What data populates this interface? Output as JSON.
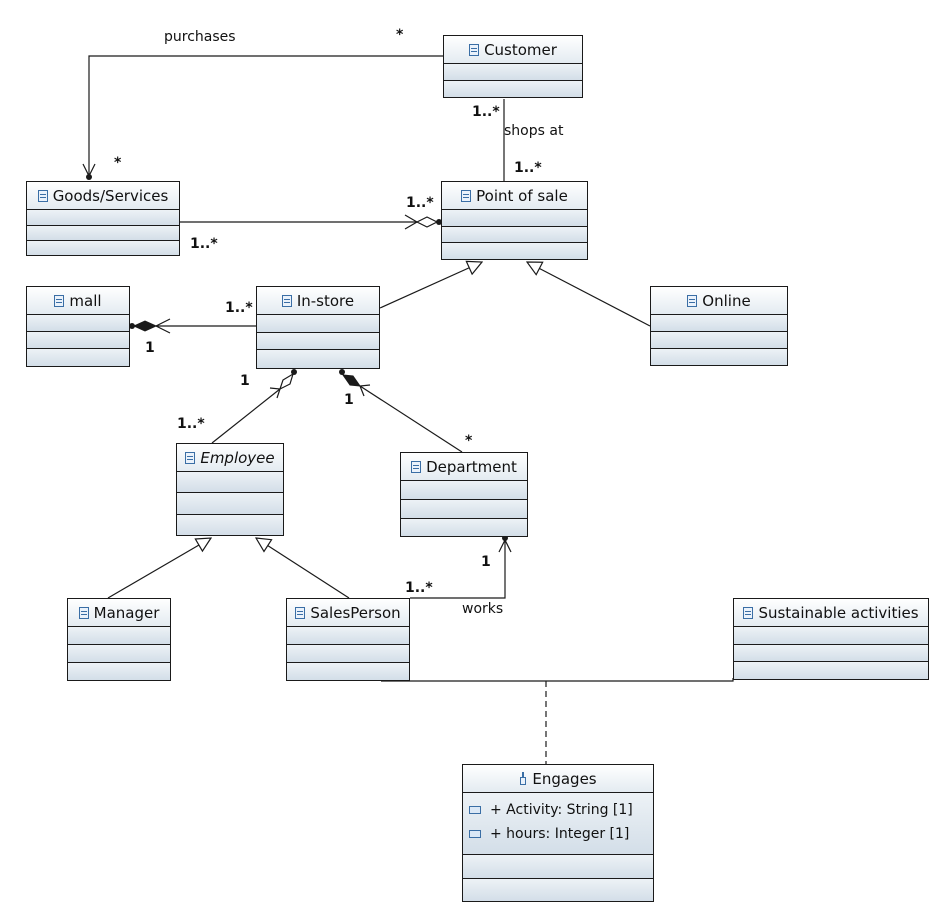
{
  "classes": {
    "customer": "Customer",
    "goods": "Goods/Services",
    "pos": "Point of sale",
    "mall": "mall",
    "instore": "In-store",
    "online": "Online",
    "employee": "Employee",
    "department": "Department",
    "manager": "Manager",
    "salesperson": "SalesPerson",
    "sustainable": "Sustainable activities",
    "engages": "Engages"
  },
  "engages_attributes": [
    "+ Activity: String [1]",
    "+ hours: Integer [1]"
  ],
  "labels": {
    "purchases": "purchases",
    "purchases_mult_customer": "*",
    "purchases_mult_goods": "*",
    "shops_at": "shops at",
    "shops_mult_customer": "1..*",
    "shops_mult_pos": "1..*",
    "goods_pos_mult_pos": "1..*",
    "goods_pos_mult_goods": "1..*",
    "mall_mult_instore": "1..*",
    "mall_mult_mall": "1",
    "instore_employee_mult_instore": "1",
    "instore_employee_mult_employee": "1..*",
    "instore_department_mult_instore": "1",
    "instore_department_mult_department": "*",
    "works": "works",
    "works_mult_department": "1",
    "works_mult_salesperson": "1..*"
  },
  "icons": {
    "class": "class-icon",
    "association_class": "association-class-icon",
    "attribute": "attribute-icon"
  },
  "colors": {
    "class_fill_top": "#f7f9fb",
    "class_fill_bottom": "#d7e1ea",
    "border": "#1a1a1a",
    "icon": "#3a6ea5"
  }
}
